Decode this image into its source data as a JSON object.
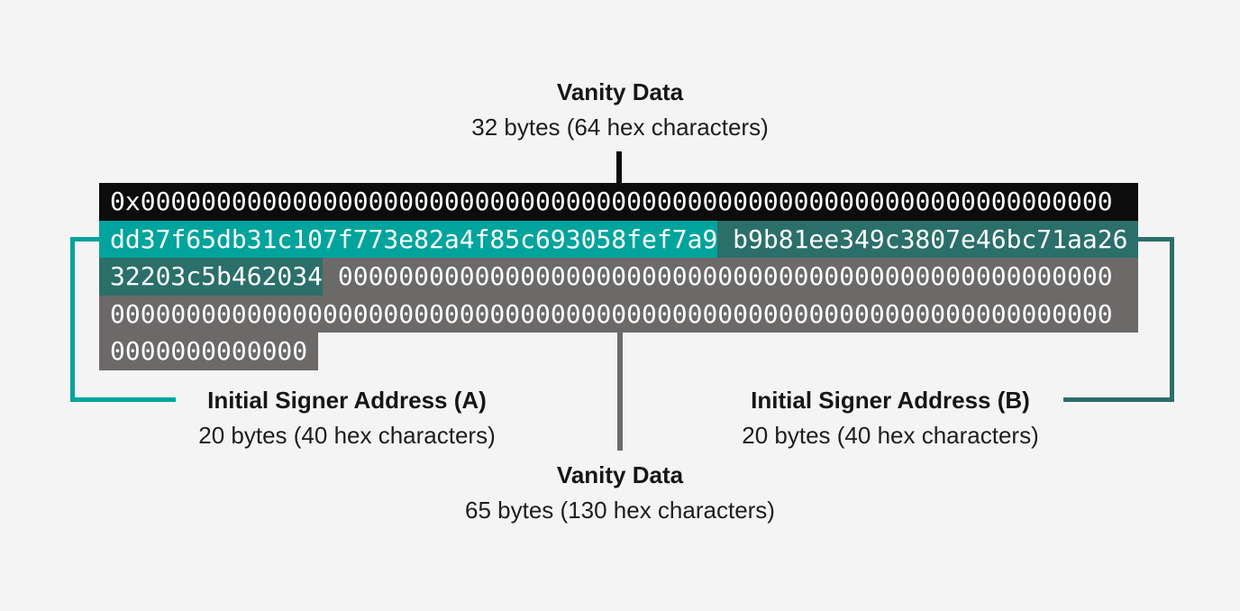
{
  "colors": {
    "background": "#f5f4f4",
    "prefix_row_bg": "#0c0c0c",
    "signer_a_bg": "#00a49c",
    "signer_b_bg": "#2b6f6a",
    "filler_bg": "#6c6969",
    "hex_text": "#ffffff",
    "label_text": "#161616",
    "top_connector": "#0c0c0c",
    "bottom_connector": "#6b6b6b",
    "bracket_a": "#00a49c",
    "bracket_b": "#2b6f6a"
  },
  "labels": {
    "vanity_top": {
      "title": "Vanity Data",
      "subtitle": "32 bytes (64 hex characters)"
    },
    "signer_a": {
      "title": "Initial Signer Address (A)",
      "subtitle": "20 bytes (40 hex characters)"
    },
    "signer_b": {
      "title": "Initial Signer Address (B)",
      "subtitle": "20 bytes (40 hex characters)"
    },
    "vanity_bottom": {
      "title": "Vanity Data",
      "subtitle": "65 bytes (130 hex characters)"
    }
  },
  "hex": {
    "row1_prefix_and_zeros": "0x0000000000000000000000000000000000000000000000000000000000000000",
    "row2_signer_a": "dd37f65db31c107f773e82a4f85c693058fef7a9",
    "row2_signer_b_part1": "b9b81ee349c3807e46bc71aa26",
    "row3_signer_b_part2": "32203c5b462034",
    "row3_zeros": "000000000000000000000000000000000000000000000000000",
    "row4_zeros": "000000000000000000000000000000000000000000000000000000000000000000",
    "row5_zeros": "0000000000000"
  }
}
